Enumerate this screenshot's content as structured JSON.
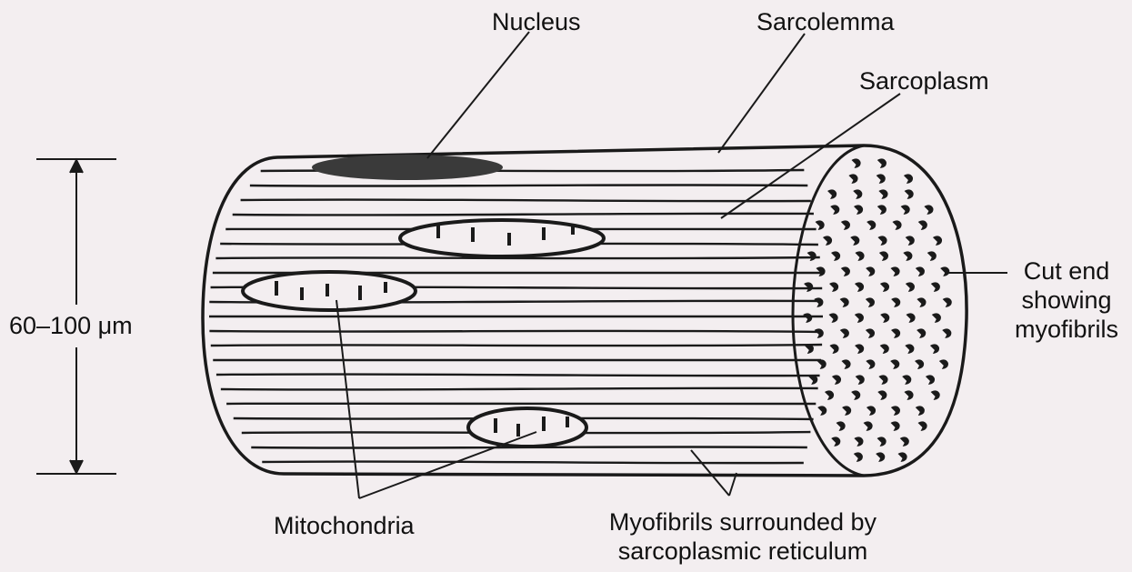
{
  "labels": {
    "nucleus": "Nucleus",
    "sarcolemma": "Sarcolemma",
    "sarcoplasm": "Sarcoplasm",
    "cut_end": [
      "Cut end",
      "showing",
      "myofibrils"
    ],
    "dimension": "60–100 μm",
    "mitochondria": "Mitochondria",
    "myofibrils": [
      "Myofibrils surrounded by",
      "sarcoplasmic reticulum"
    ]
  },
  "colors": {
    "background": "#f3eef0",
    "ink": "#1a1a1a",
    "nucleus_fill": "#3a3a3a"
  }
}
